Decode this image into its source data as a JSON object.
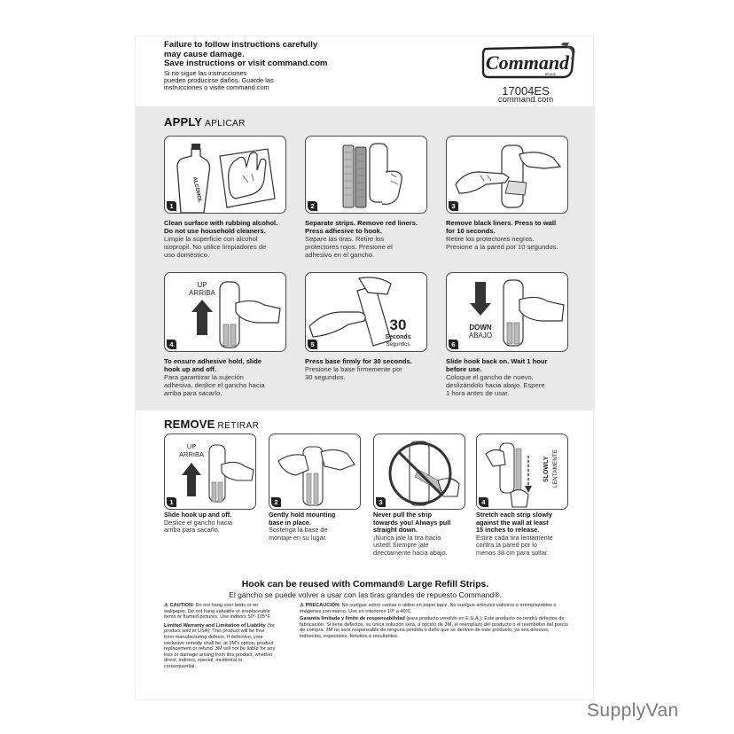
{
  "header": {
    "warning_line1": "Failure to follow instructions carefully",
    "warning_line2": "may cause damage.",
    "warning_line3": "Save instructions or visit command.com",
    "warning_es1": "Si no sigue las instrucciones",
    "warning_es2": "pueden producirse daños. Guarde las",
    "warning_es3": "instrucciones o visite command.com",
    "logo_text": "Command",
    "logo_sub": "BRAND",
    "product_code": "17004ES",
    "website": "command.com"
  },
  "apply": {
    "title": "APPLY",
    "title_es": "APLICAR",
    "steps": [
      {
        "num": "1",
        "en1": "Clean surface with rubbing alcohol.",
        "en2": "Do not use household cleaners.",
        "es1": "Limpie la superficie con alcohol",
        "es2": "isopropil. No utilice limpiadores de",
        "es3": "uso doméstico.",
        "label": "ALCOHOL"
      },
      {
        "num": "2",
        "en1": "Separate strips. Remove red liners.",
        "en2": "Press adhesive to hook.",
        "es1": "Separe las tiras. Retire los",
        "es2": "protectores rojos. Presione el",
        "es3": "adhesivo en el gancho."
      },
      {
        "num": "3",
        "en1": "Remove black liners. Press to wall",
        "en2": "for 10 seconds.",
        "es1": "Retire los protectores negros.",
        "es2": "Presione a la pared por 10 segundos.",
        "es3": ""
      },
      {
        "num": "4",
        "en1": "To ensure adhesive hold, slide",
        "en2": "hook up and off.",
        "es1": "Para garantizar la sujeción",
        "es2": "adhesiva, deslice el gancho hacia",
        "es3": "arriba para sacarlo.",
        "label1": "UP",
        "label2": "ARRIBA"
      },
      {
        "num": "5",
        "en1": "Press base firmly for 30 seconds.",
        "en2": "",
        "es1": "Presione la base firmemente por",
        "es2": "30 segundos.",
        "es3": "",
        "big": "30",
        "label1": "Seconds",
        "label2": "Segundos"
      },
      {
        "num": "6",
        "en1": "Slide hook back on. Wait 1 hour",
        "en2": "before use.",
        "es1": "Coloque el gancho de nuevo,",
        "es2": "deslizándolo hacia abajo. Espere",
        "es3": "1 hora antes de usar.",
        "label1": "DOWN",
        "label2": "ABAJO"
      }
    ]
  },
  "remove": {
    "title": "REMOVE",
    "title_es": "RETIRAR",
    "steps": [
      {
        "num": "1",
        "en1": "Slide hook up and off.",
        "en2": "",
        "en3": "",
        "es1": "Deslice el gancho hacia",
        "es2": "arriba para sacarlo.",
        "es3": "",
        "label1": "UP",
        "label2": "ARRIBA"
      },
      {
        "num": "2",
        "en1": "Gently hold mounting",
        "en2": "base in place.",
        "en3": "",
        "es1": "Sostenga la base de",
        "es2": "montaje en su lugar.",
        "es3": ""
      },
      {
        "num": "3",
        "en1": "Never pull the strip",
        "en2": "towards you! Always pull",
        "en3": "straight down.",
        "es1": "¡Nunca jale la tira hacia",
        "es2": "usted! Siempre jale",
        "es3": "directamente hacia abajo."
      },
      {
        "num": "4",
        "en1": "Stretch each strip slowly",
        "en2": "against the wall at least",
        "en3": "15 inches to release.",
        "es1": "Estire cada tira lentamente",
        "es2": "contra la pared por lo",
        "es3": "menos 38 cm para soltar.",
        "label1": "SLOWLY",
        "label2": "LENTAMENTE"
      }
    ]
  },
  "footer": {
    "reuse_en": "Hook can be reused with Command® Large  Refill Strips.",
    "reuse_es": "El gancho se puede volver a usar con las tiras grandes de repuesto Command®.",
    "caution_title": "⚠ CAUTION:",
    "caution_text": "Do not hang over beds or on wallpaper. Do not hang valuable or irreplaceable items or framed pictures. Use indoors 50°-105°F.",
    "warranty_title": "Limited Warranty and Limitation of Liability",
    "warranty_text": "(for product sold in USA): This product will be free from manufacturing defects. If defective, your exclusive remedy shall be, at 3M's option, product replacement or refund. 3M will not be liable for any loss or damage arising from this product, whether direct, indirect, special, incidental or consequential.",
    "precaucion_title": "⚠ PRECAUCIÓN:",
    "precaucion_text": "No cuelgue sobre camas o utilice en papel tapiz. No cuelgue artículos valiosos o irremplazables o imágenes con marco. Use en interiores 10º a 40ºC",
    "garantia_title": "Garantía limitada y límite de responsabilidad",
    "garantia_text": "(para producto vendido en E.U.A.): Este producto no tendrá defectos de fabricación. Si tiene defectos, su única solución será, a opción de 3M, el reemplazo del producto o el reembolso del precio de compra. 3M no será responsable de ninguna pérdida o daño que se deriven de este producto, ya sea directos, indirectos, especiales, fortuitos o resultantes."
  },
  "watermark": "SupplyVan"
}
